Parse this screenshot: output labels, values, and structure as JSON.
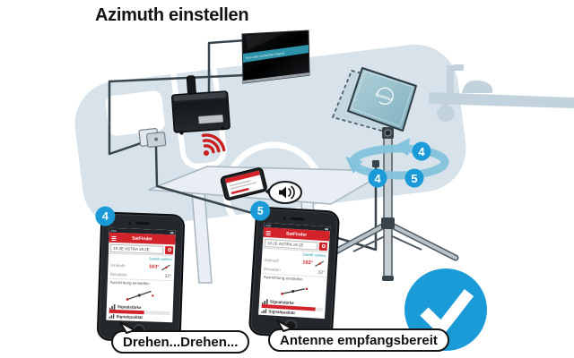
{
  "title": "Azimuth einstellen",
  "colors": {
    "accent_blue": "#1a9bd7",
    "signal_red": "#c81e1e",
    "app_red": "#d2232b",
    "caravan_body": "#d7e2ea",
    "caravan_accent": "#c2d3de",
    "antenna_panel": "#8fb9c6",
    "tv_banner": "#2e93a8"
  },
  "icons": {
    "wifi": "wifi-icon",
    "speaker": "speaker-icon",
    "check": "check-icon",
    "menu": "menu-icon",
    "search": "search-icon",
    "signal_bars": "signal-bars-icon",
    "compass_needle": "compass-needle-icon"
  },
  "tv": {
    "message": "Kein oder schlechtes Signal"
  },
  "antenna": {
    "logo_text": "MobilSat"
  },
  "rotation_badges": {
    "upper_right": "4",
    "lower_left": "4",
    "lower_right": "5"
  },
  "phones": [
    {
      "badge": "4",
      "bubble": "Drehen...Drehen...",
      "app": {
        "title": "SatFinder",
        "satellite": "19.2E ASTRA 19.2E",
        "link": "Satellit wählen",
        "rows": [
          {
            "label": "Azimuth",
            "value": "163°"
          },
          {
            "label": "Elevation",
            "value": "32°"
          }
        ],
        "section": "Ausrichtung einstellen",
        "strength_label": "Signalstärke",
        "quality_label": "Signalqualität",
        "signal_width": "58%"
      }
    },
    {
      "badge": "5",
      "bubble": "Antenne empfangsbereit",
      "app": {
        "title": "SatFinder",
        "satellite": "19.2E ASTRA 19.2E",
        "link": "Satellit wählen",
        "rows": [
          {
            "label": "Azimuth",
            "value": "163°"
          },
          {
            "label": "Elevation",
            "value": "32°"
          }
        ],
        "section": "Ausrichtung einstellen",
        "strength_label": "Signalstärke",
        "quality_label": "Signalqualität",
        "signal_width": "88%"
      }
    }
  ]
}
